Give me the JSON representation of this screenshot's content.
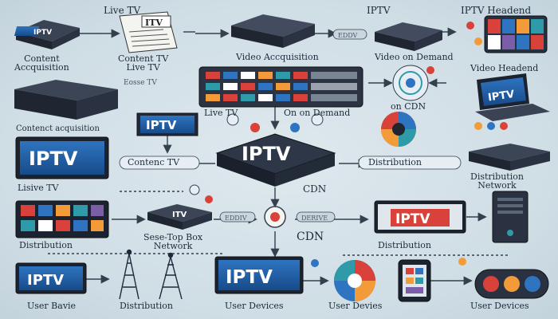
{
  "labels": {
    "live_tv": "Live TV",
    "iptv_top": "IPTV",
    "iptv_headend": "IPTV Headend",
    "content_acquisition": "Content\nAccquisition",
    "content_tv": "Content TV\nLive TV",
    "video_acquisition": "Video Accquisition",
    "video_on_demand": "Video on Demand",
    "video_headend": "Video Headend",
    "live_tv_2": "Live TV",
    "on_demand": "On on Demand",
    "on_cdn": "on CDN",
    "content_acquisition_2": "Contenct acquisition",
    "content_tv_2": "Contenc TV",
    "distribution_center": "Distribution",
    "distribution_network": "Distribution\nNetwork",
    "lisive_tv": "Lisive TV",
    "cdn_1": "CDN",
    "cdn_2": "CDN",
    "set_top_box": "Sese-Top Box\nNetwork",
    "distribution_left": "Distribution",
    "distribution_right": "Distribution",
    "user_bavic": "User Bavie",
    "distribution_bottom": "Distribution",
    "user_devices_1": "User Devices",
    "user_devices_2": "User Devies",
    "user_devices_3": "User Devices",
    "ghost_1": "Eosse TV",
    "ghost_2": "EDDV",
    "ghost_3": "EDDIV",
    "ghost_4": "DERIVE"
  },
  "screens": {
    "iptv_small": "IPTV",
    "iptv_doc": "ITV",
    "iptv_laptop": "IPTV",
    "iptv_mid_left": "IPTV",
    "iptv_left_big": "IPTV",
    "iptv_center": "IPTV",
    "iptv_right_tv": "IPTV",
    "iptv_set_top": "ITV",
    "iptv_bottom_left": "IPTV",
    "iptv_bottom_center": "IPTV"
  },
  "colors": {
    "dark_device": "#2b3342",
    "screen_blue": "#1e5fa8",
    "accent_red": "#d9423a",
    "accent_orange": "#f29b38",
    "accent_teal": "#2f9aa8",
    "line": "#34404e"
  }
}
